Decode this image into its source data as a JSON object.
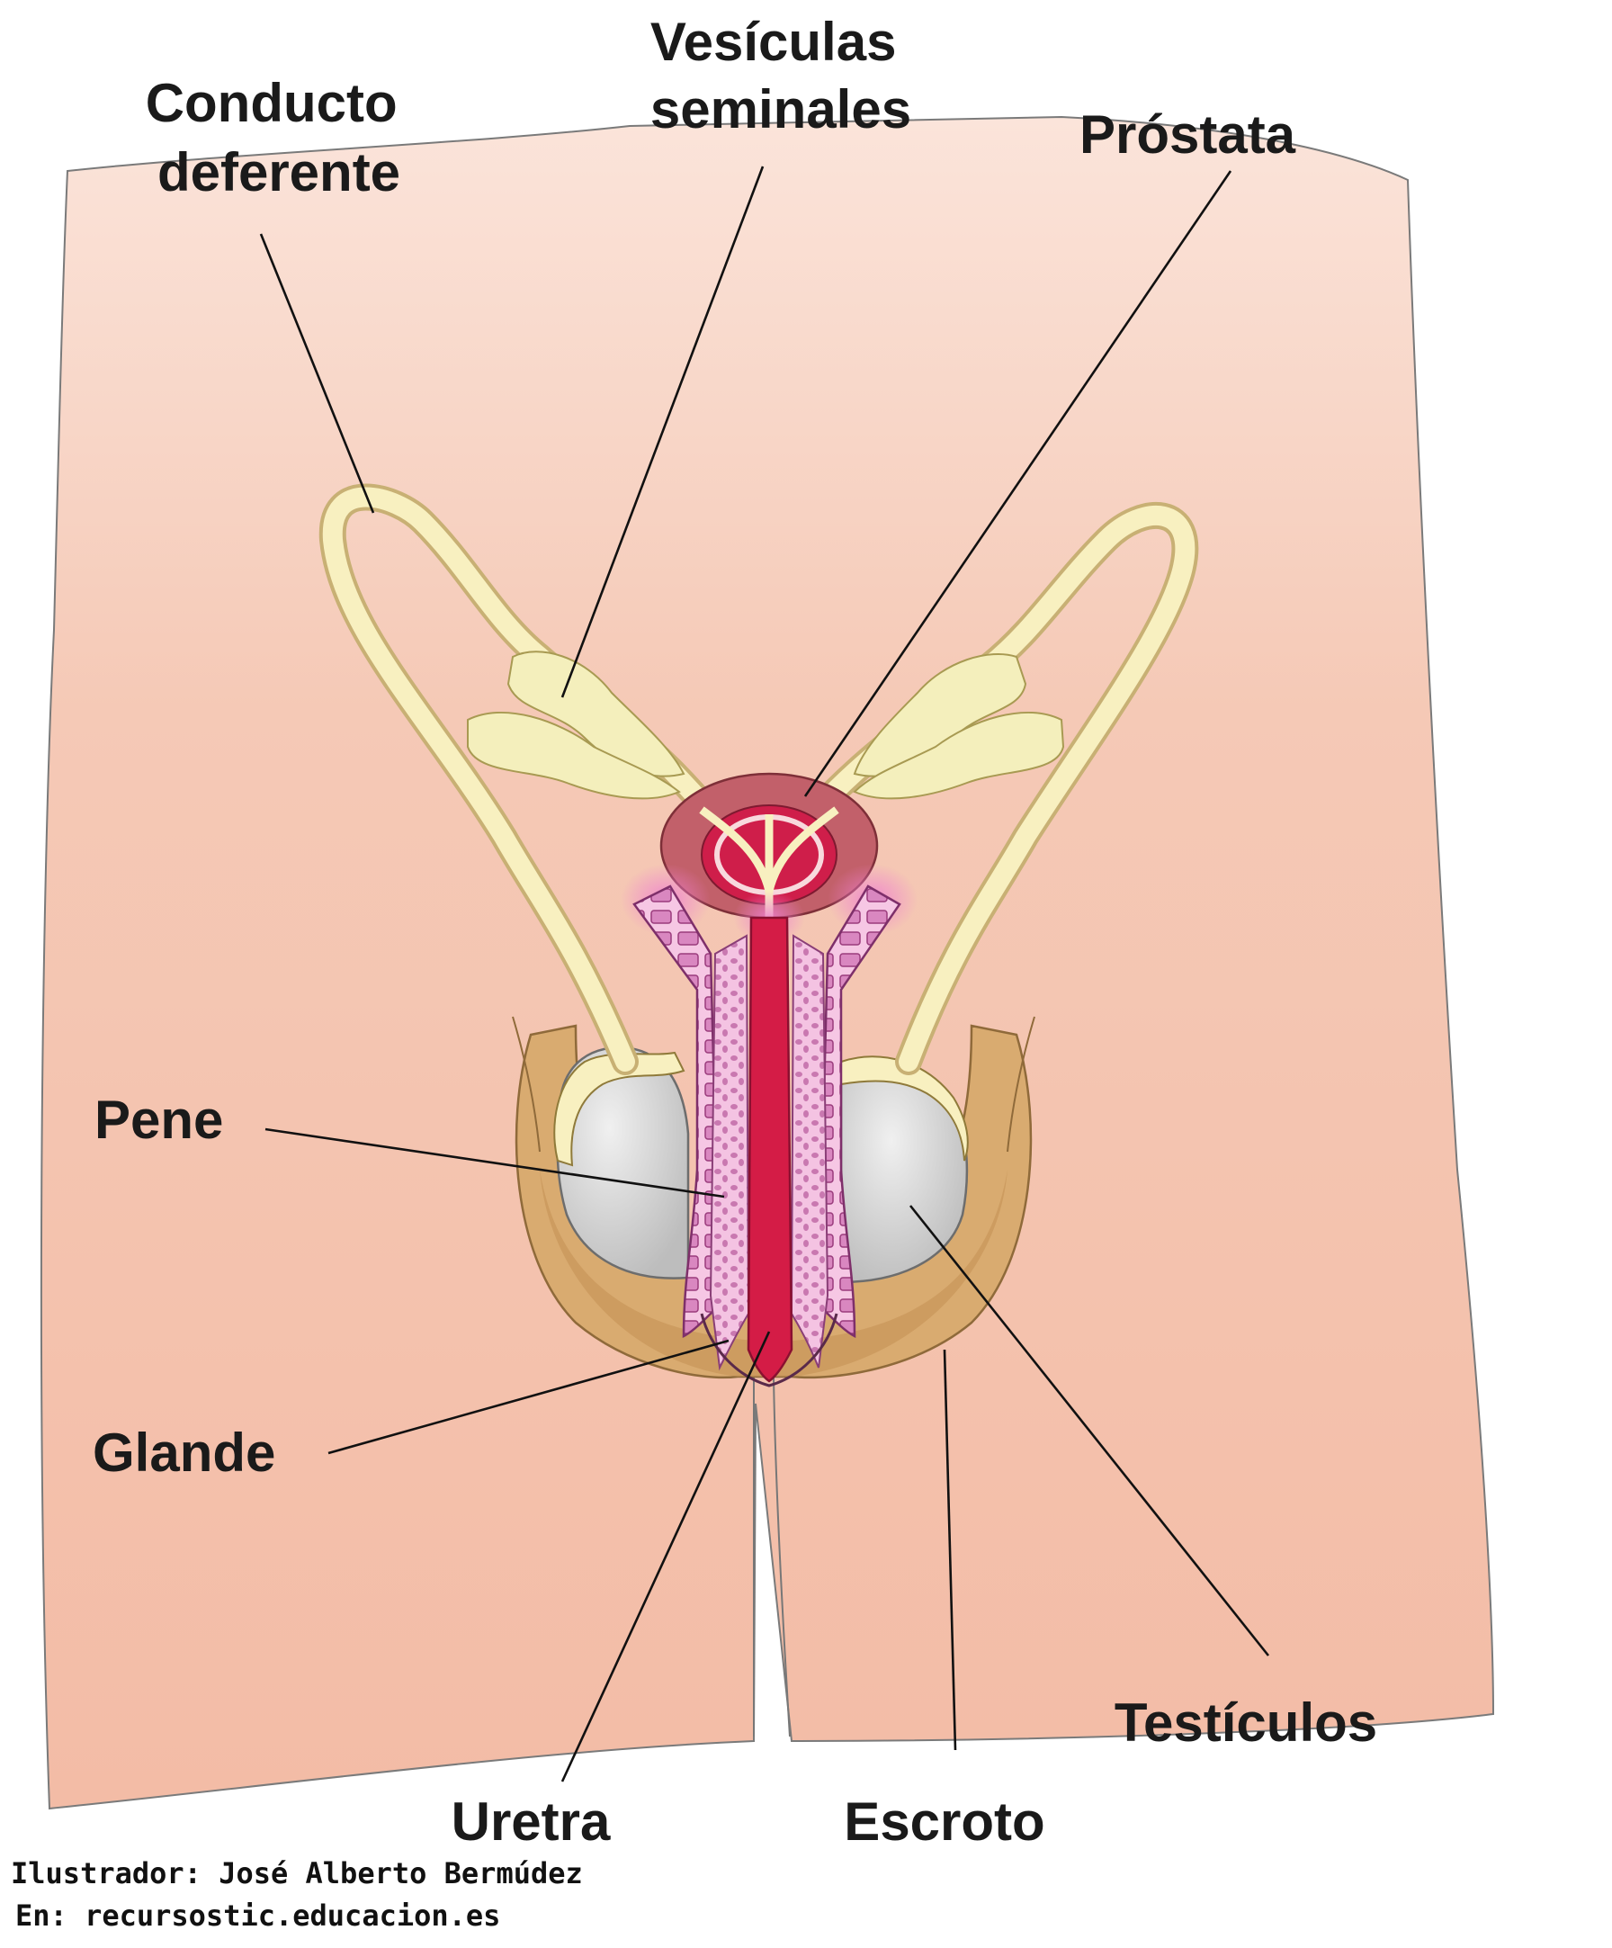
{
  "colors": {
    "skin": "#f5c4b0",
    "duct": "#f8f0c0",
    "duct_outline": "#c8b074",
    "prostate_outer": "#c2606a",
    "prostate_inner": "#cf1e4a",
    "penis_tissue": "#e9a6cf",
    "urethra": "#d41c46",
    "testis": "#d2d2d2",
    "scrotum": "#d9ab70",
    "text": "#1a1a1a"
  },
  "labels": {
    "vas_deferens": [
      "Conducto",
      "deferente"
    ],
    "seminal_vesicles": [
      "Vesículas",
      "seminales"
    ],
    "prostate": "Próstata",
    "penis": "Pene",
    "glans": "Glande",
    "urethra": "Uretra",
    "scrotum": "Escroto",
    "testicles": "Testículos"
  },
  "credits": {
    "illustrator": "Ilustrador:  José  Alberto Bermúdez",
    "source": "En: recursostic.educacion.es"
  }
}
